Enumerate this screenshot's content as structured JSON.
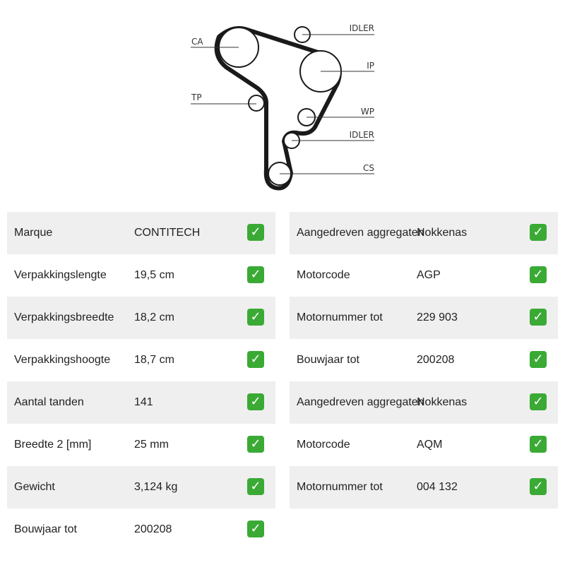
{
  "diagram": {
    "labels": {
      "ca": "CA",
      "tp": "TP",
      "idler_top": "IDLER",
      "ip": "IP",
      "wp": "WP",
      "idler_mid": "IDLER",
      "cs": "CS"
    }
  },
  "left_table": [
    {
      "key": "Marque",
      "value": "CONTITECH"
    },
    {
      "key": "Verpakkingslengte",
      "value": "19,5 cm"
    },
    {
      "key": "Verpakkingsbreedte",
      "value": "18,2 cm"
    },
    {
      "key": "Verpakkingshoogte",
      "value": "18,7 cm"
    },
    {
      "key": "Aantal tanden",
      "value": "141"
    },
    {
      "key": "Breedte 2 [mm]",
      "value": "25 mm"
    },
    {
      "key": "Gewicht",
      "value": "3,124 kg"
    },
    {
      "key": "Bouwjaar tot",
      "value": "200208"
    }
  ],
  "right_table": [
    {
      "key": "Aangedreven aggregaten",
      "value": "Nokkenas"
    },
    {
      "key": "Motorcode",
      "value": "AGP"
    },
    {
      "key": "Motornummer tot",
      "value": "229 903"
    },
    {
      "key": "Bouwjaar tot",
      "value": "200208"
    },
    {
      "key": "Aangedreven aggregaten",
      "value": "Nokkenas"
    },
    {
      "key": "Motorcode",
      "value": "AQM"
    },
    {
      "key": "Motornummer tot",
      "value": "004 132"
    }
  ],
  "check_icon": "check-mark-icon",
  "colors": {
    "check": "#3aaa35",
    "row_shade": "#efefef"
  }
}
